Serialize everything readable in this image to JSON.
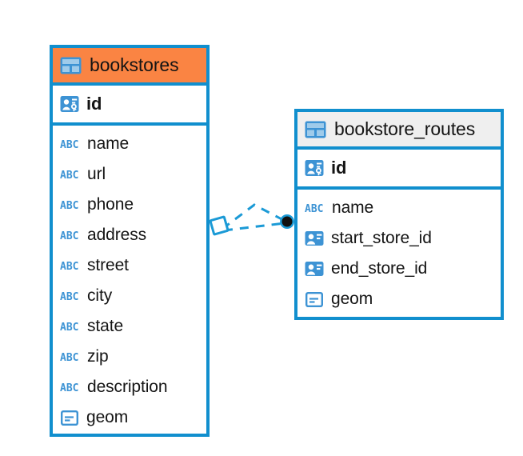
{
  "diagram": {
    "type": "entity-relationship-diagram",
    "background": "#ffffff",
    "colors": {
      "border": "#118FCE",
      "accent_orange": "#FA8443",
      "accent_gray": "#EFEFEF",
      "icon_blue": "#3D93D4",
      "text": "#141414",
      "connector": "#1B9AD6",
      "endpoint_dot": "#111111"
    },
    "entities": [
      {
        "id": "bookstores",
        "title": "bookstores",
        "header_icon": "table-icon",
        "header_style": "orange",
        "primary_key": {
          "name": "id",
          "icon": "primary-key-icon"
        },
        "fields": [
          {
            "name": "name",
            "icon": "text-abc-icon"
          },
          {
            "name": "url",
            "icon": "text-abc-icon"
          },
          {
            "name": "phone",
            "icon": "text-abc-icon"
          },
          {
            "name": "address",
            "icon": "text-abc-icon"
          },
          {
            "name": "street",
            "icon": "text-abc-icon"
          },
          {
            "name": "city",
            "icon": "text-abc-icon"
          },
          {
            "name": "state",
            "icon": "text-abc-icon"
          },
          {
            "name": "zip",
            "icon": "text-abc-icon"
          },
          {
            "name": "description",
            "icon": "text-abc-icon"
          },
          {
            "name": "geom",
            "icon": "geometry-icon"
          }
        ]
      },
      {
        "id": "bookstore_routes",
        "title": "bookstore_routes",
        "header_icon": "table-icon",
        "header_style": "gray",
        "primary_key": {
          "name": "id",
          "icon": "primary-key-icon"
        },
        "fields": [
          {
            "name": "name",
            "icon": "text-abc-icon"
          },
          {
            "name": "start_store_id",
            "icon": "foreign-key-icon"
          },
          {
            "name": "end_store_id",
            "icon": "foreign-key-icon"
          },
          {
            "name": "geom",
            "icon": "geometry-icon"
          }
        ]
      }
    ],
    "relationship": {
      "style": "dashed",
      "source_entity": "bookstores",
      "target_entity": "bookstore_routes",
      "source_marker": "diamond-outline",
      "target_marker": "filled-dot",
      "lines": 2
    }
  }
}
